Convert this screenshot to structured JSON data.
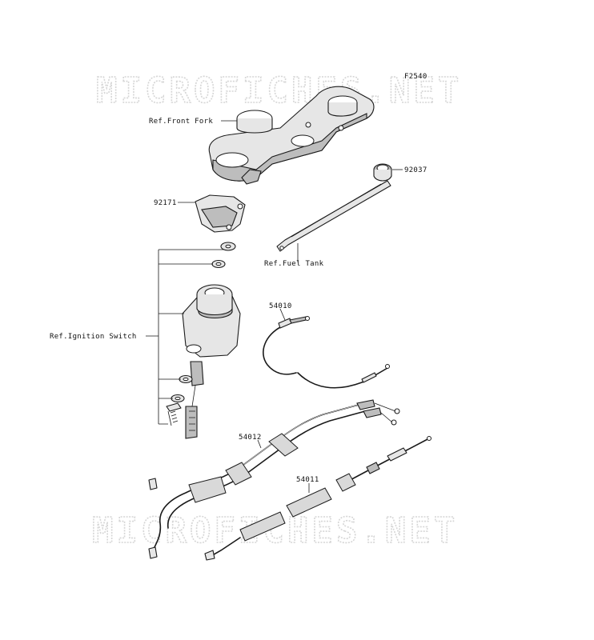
{
  "diagram_code": "F2540",
  "watermark": "MICROFICHES.NET",
  "labels": {
    "front_fork": "Ref.Front Fork",
    "part_92037": "92037",
    "part_92171": "92171",
    "fuel_tank": "Ref.Fuel Tank",
    "part_54010": "54010",
    "ignition_switch": "Ref.Ignition Switch",
    "part_54012": "54012",
    "part_54011": "54011"
  }
}
